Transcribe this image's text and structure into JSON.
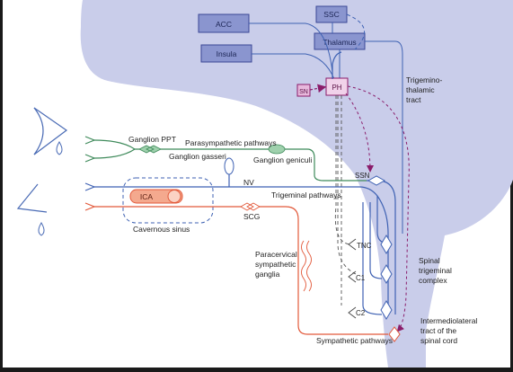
{
  "colors": {
    "brain": "#c9cdea",
    "box_fill": "#8a95cf",
    "box_stroke": "#3b4796",
    "trigeminal": "#3f62b3",
    "parasympathetic": "#3e8a5a",
    "sympathetic": "#e2593a",
    "hypothalamic": "#8a1c6a",
    "ph_fill": "#f1d2ea",
    "ica_fill": "#f4a98e",
    "eye": "#4a6bb5"
  },
  "boxes": {
    "acc": "ACC",
    "insula": "Insula",
    "ssc": "SSC",
    "thalamus": "Thalamus",
    "ph": "PH",
    "sn": "SN",
    "ica": "ICA"
  },
  "labels": {
    "trigemino_thalamic": [
      "Trigemino-",
      "thalamic",
      "tract"
    ],
    "ganglion_ppt": "Ganglion PPT",
    "parasympathetic_pathways": "Parasympathetic pathways",
    "ganglion_gasseri": "Ganglion gasseri",
    "ganglion_geniculi": "Ganglion geniculi",
    "ssn": "SSN",
    "nv": "NV",
    "trigeminal_pathways": "Trigeminal pathways",
    "cavernous_sinus": "Cavernous sinus",
    "scg": "SCG",
    "tnc": "TNC",
    "c1": "C1",
    "c2": "C2",
    "paracervical": [
      "Paracervical",
      "sympathetic",
      "ganglia"
    ],
    "spinal_trigeminal": [
      "Spinal",
      "trigeminal",
      "complex"
    ],
    "intermediolateral": [
      "Intermediolateral",
      "tract of the",
      "spinal cord"
    ],
    "sympathetic_pathways": "Sympathetic pathways"
  }
}
